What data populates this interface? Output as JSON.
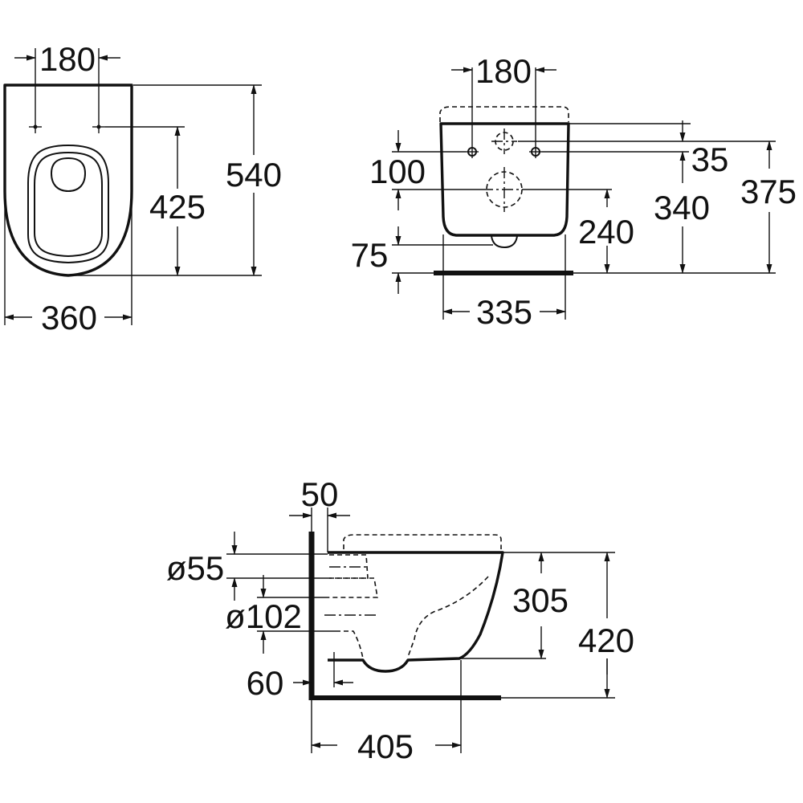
{
  "top_view": {
    "dim_hole_spacing": "180",
    "dim_length": "540",
    "dim_fixing_to_front": "425",
    "dim_width": "360"
  },
  "back_view": {
    "dim_hole_spacing": "180",
    "dim_100": "100",
    "dim_35": "35",
    "dim_375": "375",
    "dim_340": "340",
    "dim_240": "240",
    "dim_75": "75",
    "dim_335": "335"
  },
  "side_view": {
    "dim_wall_offset": "50",
    "dim_inlet_diameter": "ø55",
    "dim_outlet_diameter": "ø102",
    "dim_60": "60",
    "dim_305": "305",
    "dim_420": "420",
    "dim_405": "405"
  },
  "colors": {
    "ink": "#111111",
    "paper": "#ffffff"
  }
}
